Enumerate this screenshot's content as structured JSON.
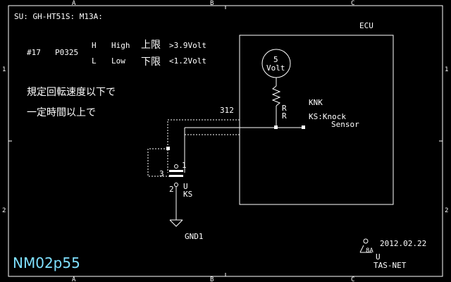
{
  "header": {
    "title": "SU: GH-HT51S: M13A:"
  },
  "grid_labels": {
    "top": [
      "A",
      "B",
      "C"
    ],
    "bottom": [
      "A",
      "B",
      "C"
    ],
    "left": [
      "1",
      "2"
    ],
    "right": [
      "1",
      "2"
    ]
  },
  "dtc": {
    "code_id": "#17",
    "code": "P0325",
    "rows": [
      {
        "letter": "H",
        "word": "High",
        "jp": "上限",
        "value": ">3.9Volt"
      },
      {
        "letter": "L",
        "word": "Low",
        "jp": "下限",
        "value": "<1.2Volt"
      }
    ]
  },
  "conditions": [
    "規定回転速度以下で",
    "一定時間以上で"
  ],
  "ecu": {
    "label": "ECU",
    "supply_top": "5",
    "supply_bottom": "Volt",
    "resistor_labels": [
      "R",
      "R"
    ],
    "knk_label": "KNK",
    "ks_line1": "KS:Knock",
    "ks_line2": "Sensor"
  },
  "wire": {
    "code": "312"
  },
  "sensor": {
    "pin3": "3",
    "pin1": "1",
    "pin2": "2",
    "u_label": "U",
    "ks_label": "KS",
    "ground_label": "GND1"
  },
  "footer": {
    "doc_id": "NM02p55",
    "date": "2012.02.22",
    "mark_text": "8A",
    "mark_u": "U",
    "org": "TAS-NET"
  },
  "colors": {
    "background": "#000000",
    "lines": "#ffffff",
    "doc_id": "#7fe0ff"
  }
}
